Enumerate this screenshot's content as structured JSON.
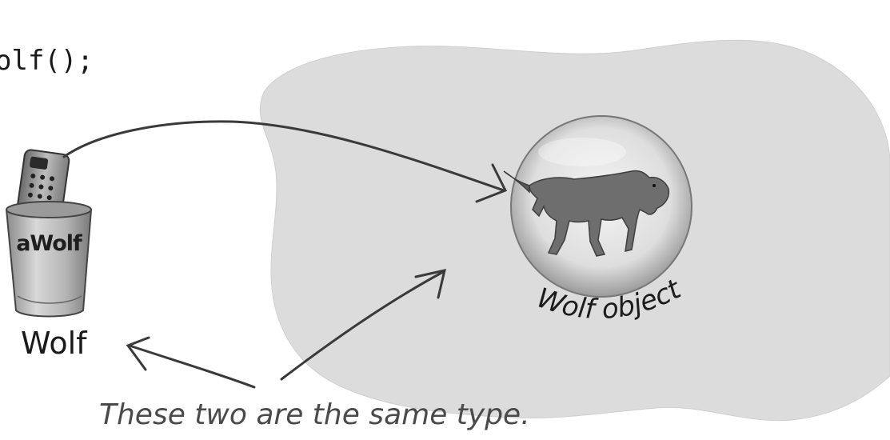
{
  "code_line": "olf();",
  "reference": {
    "label": "aWolf",
    "type_label": "Wolf"
  },
  "object": {
    "label": "Wolf object"
  },
  "caption": "These two are the same type.",
  "colors": {
    "heap": "#dcdcdc",
    "ink": "#2e2e2e",
    "caption": "#4a4a4a"
  }
}
